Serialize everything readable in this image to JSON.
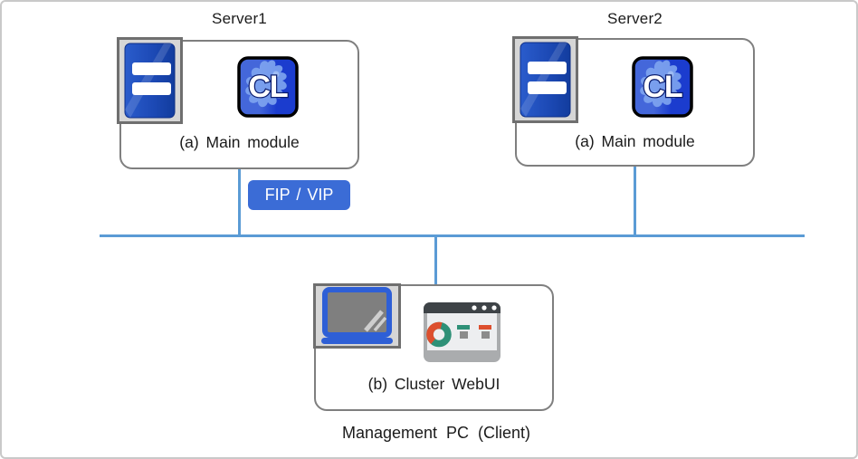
{
  "canvas": {
    "background": "#ffffff",
    "border_color": "#c9c9c9"
  },
  "colors": {
    "canvas-border": "#c9c9c9",
    "box-fill": "#ffffff",
    "box-border": "#7f7f7f",
    "network-line": "#5B9BD5",
    "badge-bg": "#3B6CD6",
    "badge-text": "#ffffff",
    "icon-frame-bg": "#d6d6d6",
    "icon-frame-border": "#6f6f6f",
    "label-text": "#1b1b1b",
    "server-blue": "#2558cc",
    "cl-blue": "#1b3cce",
    "laptop-blue": "#2e5fd6",
    "donut-green": "#2E9077",
    "donut-red": "#DD4F2E"
  },
  "nodes": {
    "server1": {
      "title": "Server1",
      "module_label": "(a) Main module"
    },
    "server2": {
      "title": "Server2",
      "module_label": "(a) Main module"
    },
    "management_pc": {
      "module_label": "(b) Cluster WebUI",
      "caption": "Management PC (Client)"
    }
  },
  "badges": {
    "fip_vip": "FIP / VIP"
  },
  "icons": {
    "cl_app_text": "CL",
    "server": "server-icon",
    "cluster_app": "cluster-app-icon",
    "laptop": "laptop-icon",
    "browser_dashboard": "browser-dashboard-icon"
  }
}
